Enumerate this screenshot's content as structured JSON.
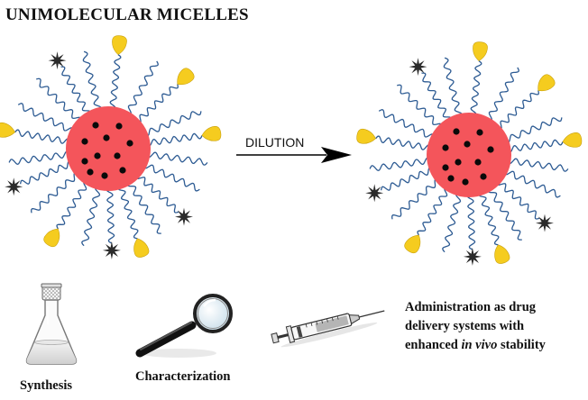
{
  "title": "UNIMOLECULAR MICELLES",
  "arrow_label": "DILUTION",
  "colors": {
    "core": "#f4555b",
    "payload": "#0a0a0a",
    "chain": "#2d5b93",
    "end_group": "#f5cc1f",
    "ligand": "#2b2b2b"
  },
  "icons": [
    "flask-icon",
    "magnifying-glass-icon",
    "syringe-icon"
  ],
  "steps": {
    "synthesis": "Synthesis",
    "characterization": "Characterization",
    "administration": {
      "line1": "Administration as drug",
      "line2": "delivery systems with",
      "line3_prefix": "enhanced ",
      "line3_italic": "in vivo",
      "line3_suffix": " stability"
    }
  }
}
